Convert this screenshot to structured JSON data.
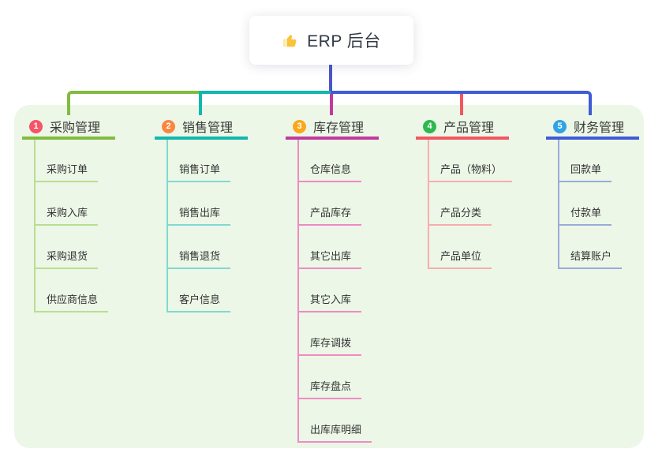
{
  "root": {
    "icon": "thumbs-up-icon",
    "label": "ERP 后台"
  },
  "colors": {
    "canvas_bg": "#ffffff",
    "board_bg": "#ECF7E7",
    "root_line": "#4A56C8",
    "root_text": "#333A45",
    "node_text": "#333333",
    "thumb_hand": "#FAC43A",
    "thumb_cuff": "#FCE9A8"
  },
  "branches": [
    {
      "num": "1",
      "label": "采购管理",
      "badge_color": "#F65468",
      "line_color": "#83BB40",
      "light_color": "#BADE91",
      "children": [
        "采购订单",
        "采购入库",
        "采购退货",
        "供应商信息"
      ]
    },
    {
      "num": "2",
      "label": "销售管理",
      "badge_color": "#F98741",
      "line_color": "#12B7AE",
      "light_color": "#81D9D3",
      "children": [
        "销售订单",
        "销售出库",
        "销售退货",
        "客户信息"
      ]
    },
    {
      "num": "3",
      "label": "库存管理",
      "badge_color": "#FBA71B",
      "line_color": "#C23A9E",
      "light_color": "#F08AC5",
      "children": [
        "仓库信息",
        "产品库存",
        "其它出库",
        "其它入库",
        "库存调拨",
        "库存盘点",
        "出库库明细"
      ]
    },
    {
      "num": "4",
      "label": "产品管理",
      "badge_color": "#2FB750",
      "line_color": "#F2575F",
      "light_color": "#F9ACAF",
      "children": [
        "产品（物料）",
        "产品分类",
        "产品单位"
      ]
    },
    {
      "num": "5",
      "label": "财务管理",
      "badge_color": "#2FA3E6",
      "line_color": "#3F5BD7",
      "light_color": "#9AABD9",
      "children": [
        "回款单",
        "付款单",
        "结算账户"
      ]
    }
  ]
}
